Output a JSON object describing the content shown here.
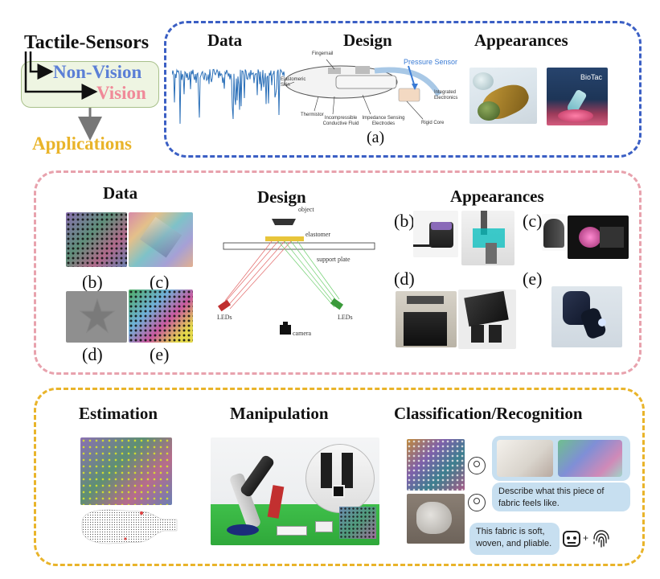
{
  "overview": {
    "title": "Tactile-Sensors",
    "non_vision": "Non-Vision",
    "vision": "Vision",
    "applications": "Applications"
  },
  "non_vision_section": {
    "data_heading": "Data",
    "design_heading": "Design",
    "appearances_heading": "Appearances",
    "caption": "(a)",
    "diagram_labels": {
      "fingernail": "Fingernail",
      "elastomeric_skin": "Elastomeric Skin",
      "pressure_sensor": "Pressure Sensor",
      "integrated_electronics": "Integrated Electronics",
      "thermistor": "Thermistor",
      "incompressible_fluid": "Incompressible Conductive Fluid",
      "impedance_electrodes": "Impedance Sensing Electrodes",
      "rigid_core": "Rigid Core"
    },
    "biotac_label": "BioTac"
  },
  "vision_section": {
    "data_heading": "Data",
    "design_heading": "Design",
    "appearances_heading": "Appearances",
    "data_captions": [
      "(b)",
      "(c)",
      "(d)",
      "(e)"
    ],
    "appearance_captions": [
      "(b)",
      "(c)",
      "(d)",
      "(e)"
    ],
    "design_labels": {
      "object": "object",
      "elastomer": "elastomer",
      "support_plate": "support plate",
      "leds_left": "LEDs",
      "leds_right": "LEDs",
      "camera": "camera"
    }
  },
  "applications_section": {
    "estimation_heading": "Estimation",
    "manipulation_heading": "Manipulation",
    "classification_heading": "Classification/Recognition",
    "question": "Describe what this piece of fabric feels like.",
    "answer": "This fabric is soft, woven, and pliable."
  },
  "colors": {
    "blue_border": "#3b5fc4",
    "pink_border": "#e8a2ad",
    "yellow_border": "#e9b42a",
    "non_vision_text": "#5b7fd6",
    "vision_text": "#f08a99",
    "applications_text": "#e9b42a",
    "tree_box_bg": "#eef5e2",
    "bubble_bg": "#c7dff0"
  }
}
